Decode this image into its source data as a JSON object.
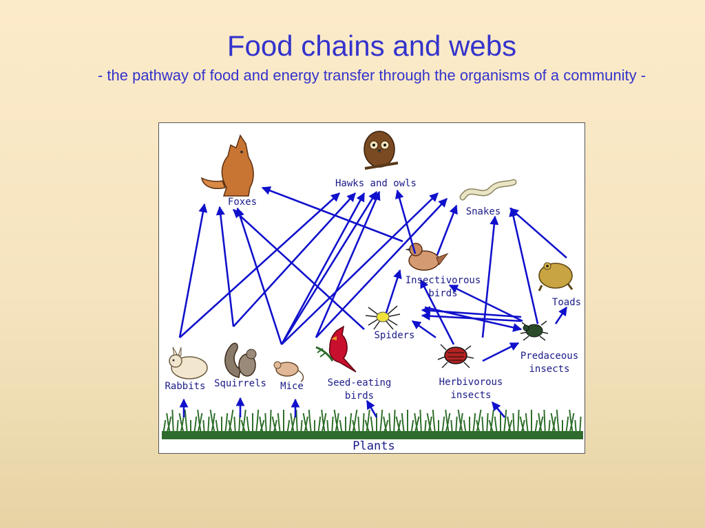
{
  "slide": {
    "title": "Food chains and webs",
    "subtitle": "- the pathway of food and energy transfer through the organisms of a community -"
  },
  "diagram": {
    "labels": {
      "foxes": "Foxes",
      "hawks": "Hawks and owls",
      "snakes": "Snakes",
      "insectivorous": "Insectivorous birds",
      "toads": "Toads",
      "spiders": "Spiders",
      "predaceous": "Predaceous insects",
      "rabbits": "Rabbits",
      "squirrels": "Squirrels",
      "mice": "Mice",
      "seed": "Seed-eating birds",
      "herbivorous": "Herbivorous insects",
      "plants": "Plants"
    },
    "arrow_color": "#1010cc"
  }
}
